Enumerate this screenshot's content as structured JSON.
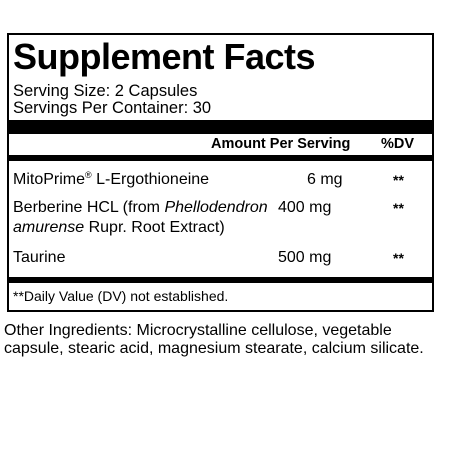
{
  "title": "Supplement Facts",
  "serving_size": "Serving Size: 2 Capsules",
  "servings_per_container": "Servings Per Container: 30",
  "header": {
    "amount": "Amount Per Serving",
    "dv": "%DV"
  },
  "rows": [
    {
      "name": "MitoPrime",
      "name_sup": "®",
      "name_rest": " L-Ergothioneine",
      "amount": "6 mg",
      "dv": "**"
    },
    {
      "name_line1_plain": "Berberine HCL (from ",
      "name_line1_italic": "Phellodendron",
      "name_line2_italic": "amurense",
      "name_line2_plain": " Rupr. Root Extract)",
      "amount": "400 mg",
      "dv": "**"
    },
    {
      "name": "Taurine",
      "amount": "500 mg",
      "dv": "**"
    }
  ],
  "footnote": "**Daily Value (DV) not established.",
  "other_ingredients": "Other Ingredients: Microcrystalline cellulose, vegetable capsule, stearic acid, magnesium stearate, calcium silicate."
}
